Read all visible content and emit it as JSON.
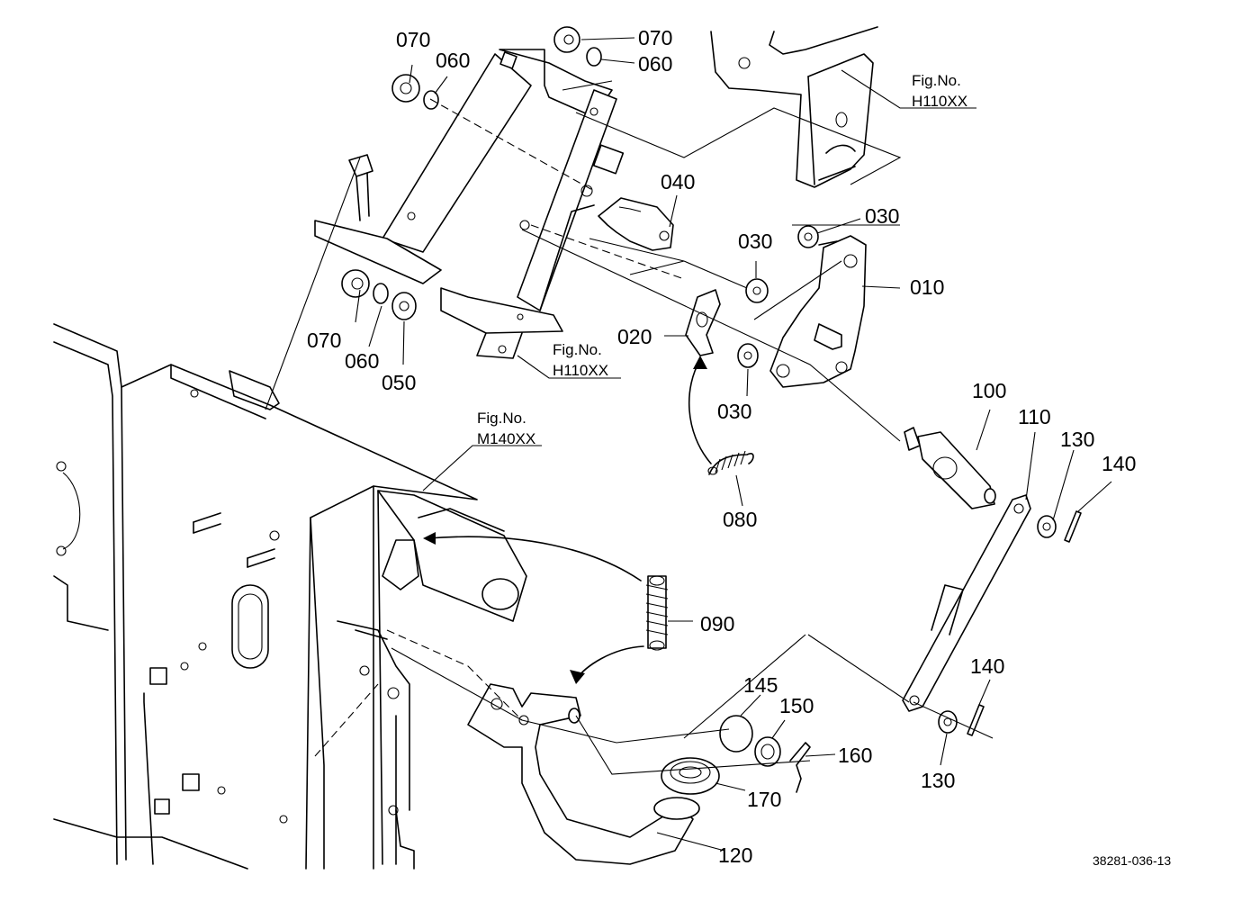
{
  "parts": [
    {
      "no": "010"
    },
    {
      "no": "020"
    },
    {
      "no": "030"
    },
    {
      "no": "030"
    },
    {
      "no": "030"
    },
    {
      "no": "040"
    },
    {
      "no": "050"
    },
    {
      "no": "060"
    },
    {
      "no": "060"
    },
    {
      "no": "060"
    },
    {
      "no": "070"
    },
    {
      "no": "070"
    },
    {
      "no": "070"
    },
    {
      "no": "080"
    },
    {
      "no": "090"
    },
    {
      "no": "100"
    },
    {
      "no": "110"
    },
    {
      "no": "120"
    },
    {
      "no": "130"
    },
    {
      "no": "130"
    },
    {
      "no": "140"
    },
    {
      "no": "140"
    },
    {
      "no": "145"
    },
    {
      "no": "150"
    },
    {
      "no": "160"
    },
    {
      "no": "170"
    }
  ],
  "figure_refs": [
    {
      "caption": "Fig.No.",
      "code": "H110XX"
    },
    {
      "caption": "Fig.No.",
      "code": "H110XX"
    },
    {
      "caption": "Fig.No.",
      "code": "M140XX"
    }
  ],
  "drawing_code": "38281-036-13"
}
